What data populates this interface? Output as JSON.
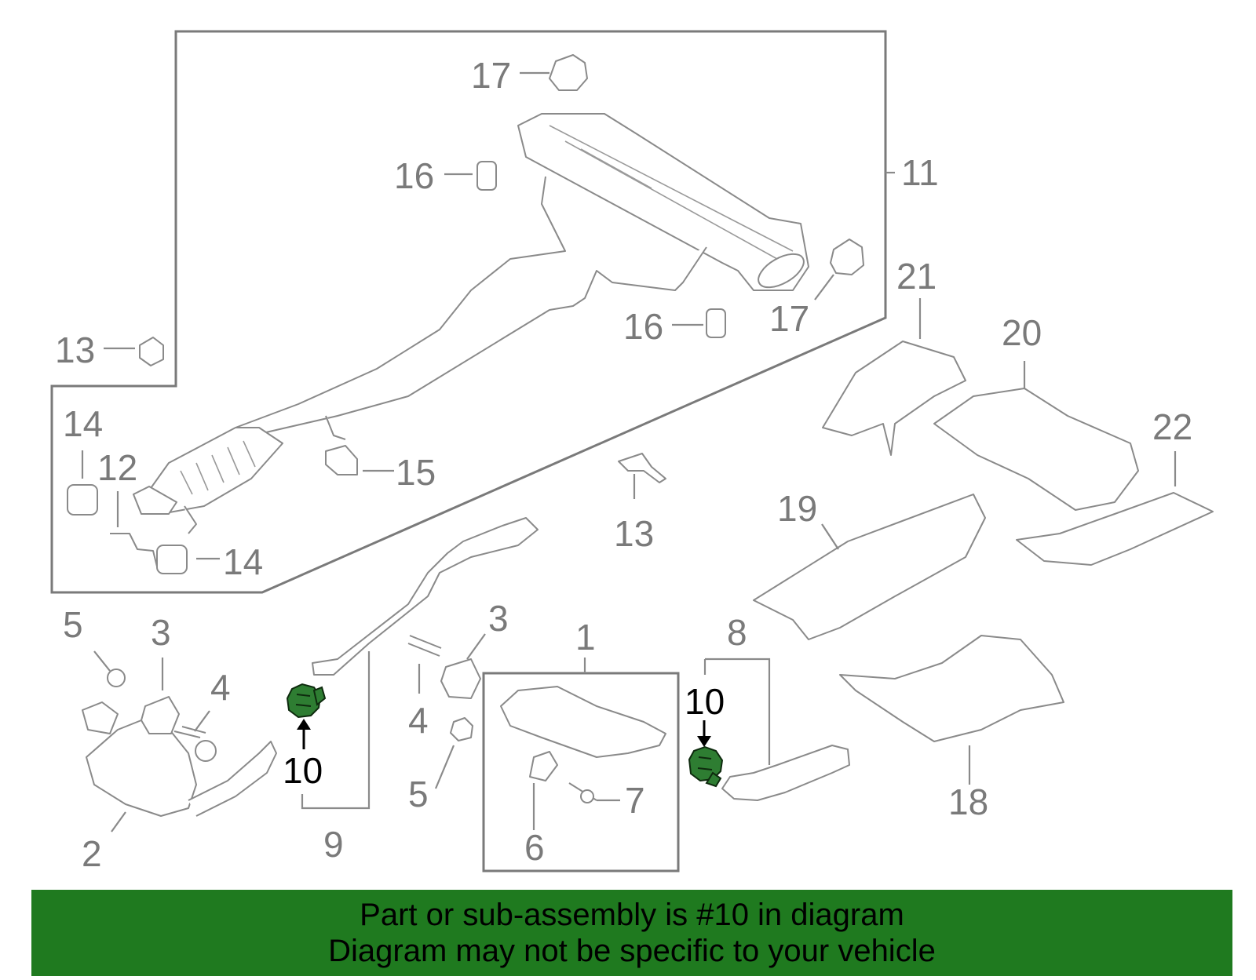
{
  "callouts": {
    "c1": "1",
    "c2": "2",
    "c3a": "3",
    "c3b": "3",
    "c4a": "4",
    "c4b": "4",
    "c5a": "5",
    "c5b": "5",
    "c6": "6",
    "c7": "7",
    "c8": "8",
    "c9": "9",
    "c10a": "10",
    "c10b": "10",
    "c11": "11",
    "c12": "12",
    "c13a": "13",
    "c13b": "13",
    "c14a": "14",
    "c14b": "14",
    "c15": "15",
    "c16a": "16",
    "c16b": "16",
    "c17a": "17",
    "c17b": "17",
    "c18": "18",
    "c19": "19",
    "c20": "20",
    "c21": "21",
    "c22": "22"
  },
  "colors": {
    "highlight_part": "#2e7d32",
    "banner_bg": "#1f7a1f",
    "line_gray": "#8a8a8a"
  },
  "banner": {
    "line1": "Part or sub-assembly is #10 in diagram",
    "line2": "Diagram may not be specific to your vehicle"
  }
}
